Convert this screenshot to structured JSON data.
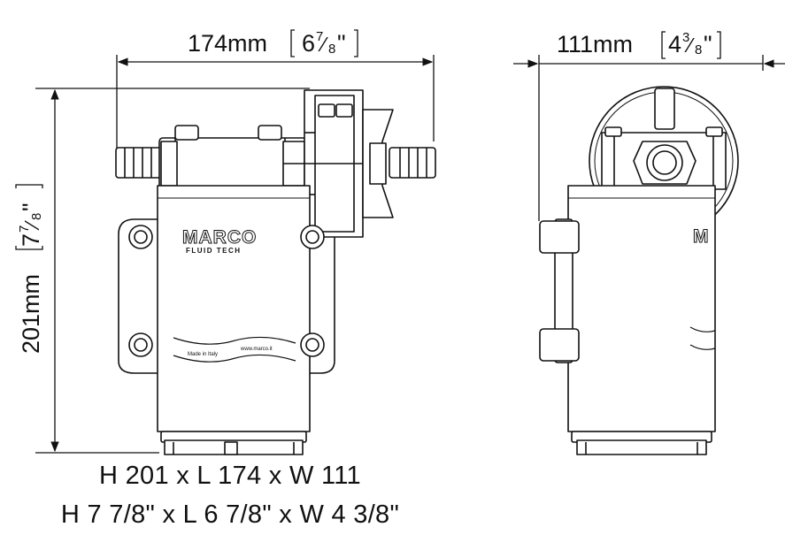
{
  "dimensions": {
    "length": {
      "metric": "174mm",
      "whole": "6",
      "num": "7",
      "den": "8"
    },
    "width": {
      "metric": "111mm",
      "whole": "4",
      "num": "3",
      "den": "8"
    },
    "height": {
      "metric": "201mm",
      "whole": "7",
      "num": "7",
      "den": "8"
    }
  },
  "branding": {
    "logo": "MARCO",
    "tagline": "FLUID TECH"
  },
  "summary": {
    "metric": "H 201 x L 174 x W 111",
    "imperial": "H 7 7/8\" x L 6 7/8\" x W 4 3/8\""
  }
}
